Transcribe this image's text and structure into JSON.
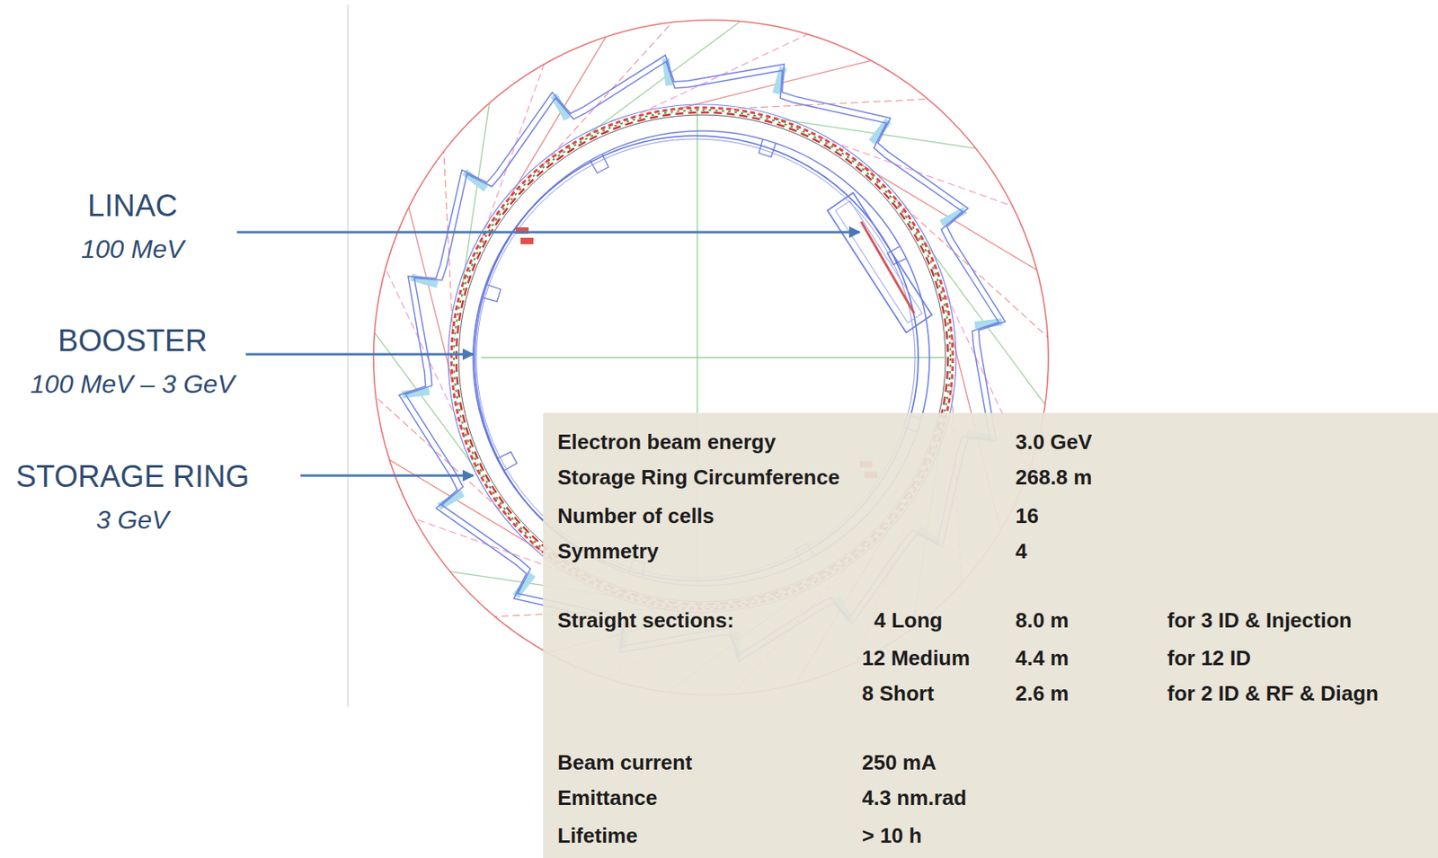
{
  "diagram": {
    "labels": [
      "LINAC",
      "100 MeV",
      "BOOSTER",
      "100 MeV – 3 GeV",
      "STORAGE RING",
      "3 GeV",
      "Electron beam energy",
      "3.0 GeV",
      "Storage Ring Circumference",
      "268.8 m",
      "Number of cells",
      "16",
      "Symmetry",
      "4",
      "Straight sections:",
      "4 Long",
      "8.0 m",
      "for 3 ID & Injection",
      "12 Medium",
      "4.4 m",
      "for 12 ID",
      "8 Short",
      "2.6 m",
      "for 2 ID & RF & Diagn",
      "Beam current",
      "250 mA",
      "Emittance",
      "4.3 nm.rad",
      "Lifetime",
      "> 10 h"
    ]
  }
}
